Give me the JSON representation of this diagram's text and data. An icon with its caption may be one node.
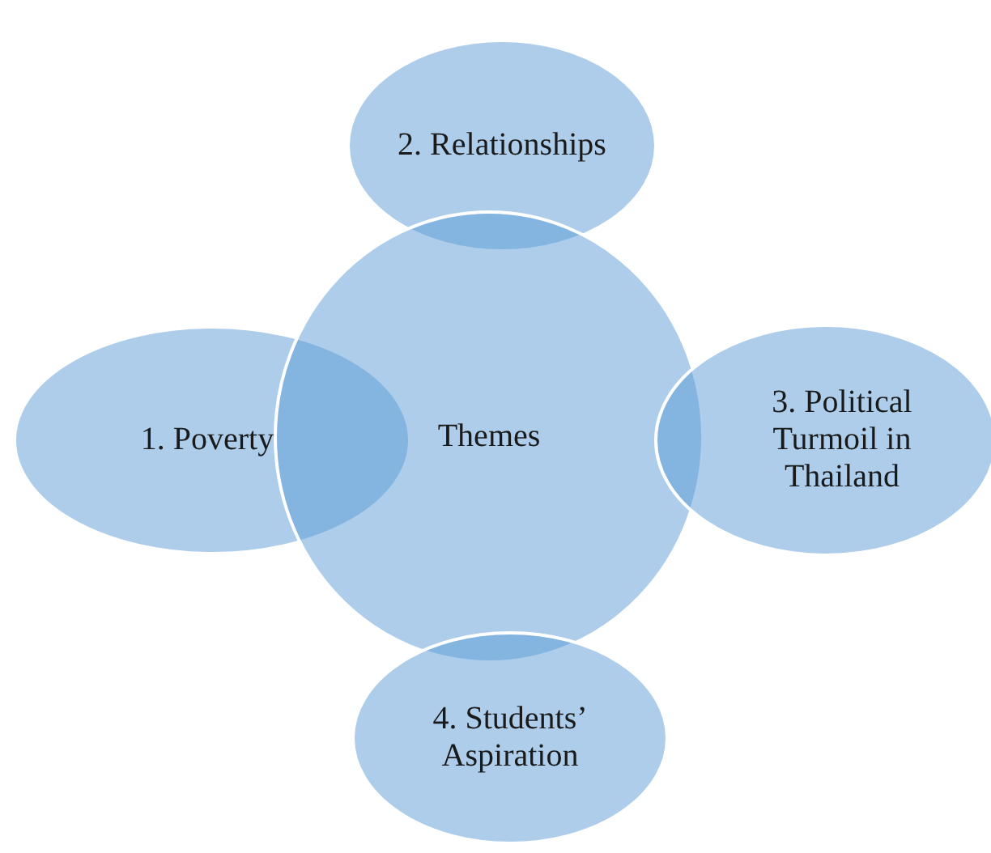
{
  "diagram": {
    "nodes": [
      {
        "text": [
          "2. Relationships"
        ]
      },
      {
        "text": [
          "1. Poverty"
        ]
      },
      {
        "text": [
          "Themes"
        ]
      },
      {
        "text": [
          "3. Political Turmoil in Thailand"
        ]
      },
      {
        "text": [
          "4. Students’ Aspiration"
        ]
      }
    ]
  }
}
